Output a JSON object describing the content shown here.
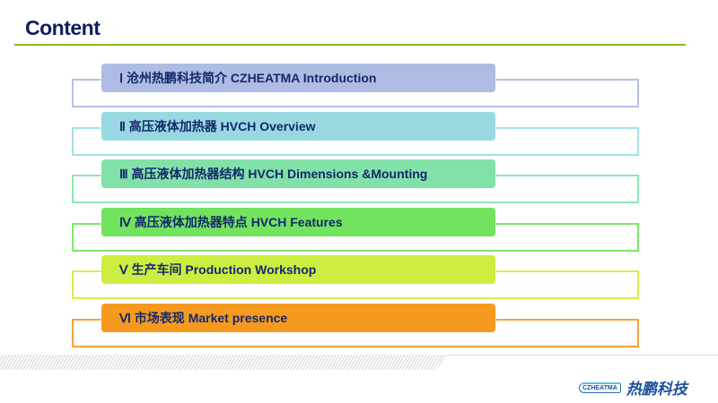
{
  "header": {
    "title": "Content"
  },
  "items": [
    {
      "label": "Ⅰ 沧州热鹏科技简介 CZHEATMA Introduction",
      "color": "#aebce3",
      "outline": "#b4c2e8"
    },
    {
      "label": "Ⅱ 高压液体加热器 HVCH Overview",
      "color": "#98d9e1",
      "outline": "#a6e0e6"
    },
    {
      "label": "Ⅲ 高压液体加热器结构 HVCH Dimensions &Mounting",
      "color": "#82e1a8",
      "outline": "#8fe6b2"
    },
    {
      "label": "Ⅳ 高压液体加热器特点 HVCH Features",
      "color": "#72e35e",
      "outline": "#7fe56a"
    },
    {
      "label": "Ⅴ 生产车间 Production Workshop",
      "color": "#cdee40",
      "outline": "#d3ef52"
    },
    {
      "label": "Ⅵ 市场表现 Market presence",
      "color": "#f59a1f",
      "outline": "#f4a23a"
    }
  ],
  "footer": {
    "logo_text": "CZHEATMA",
    "logo_cn": "热鹏科技"
  }
}
